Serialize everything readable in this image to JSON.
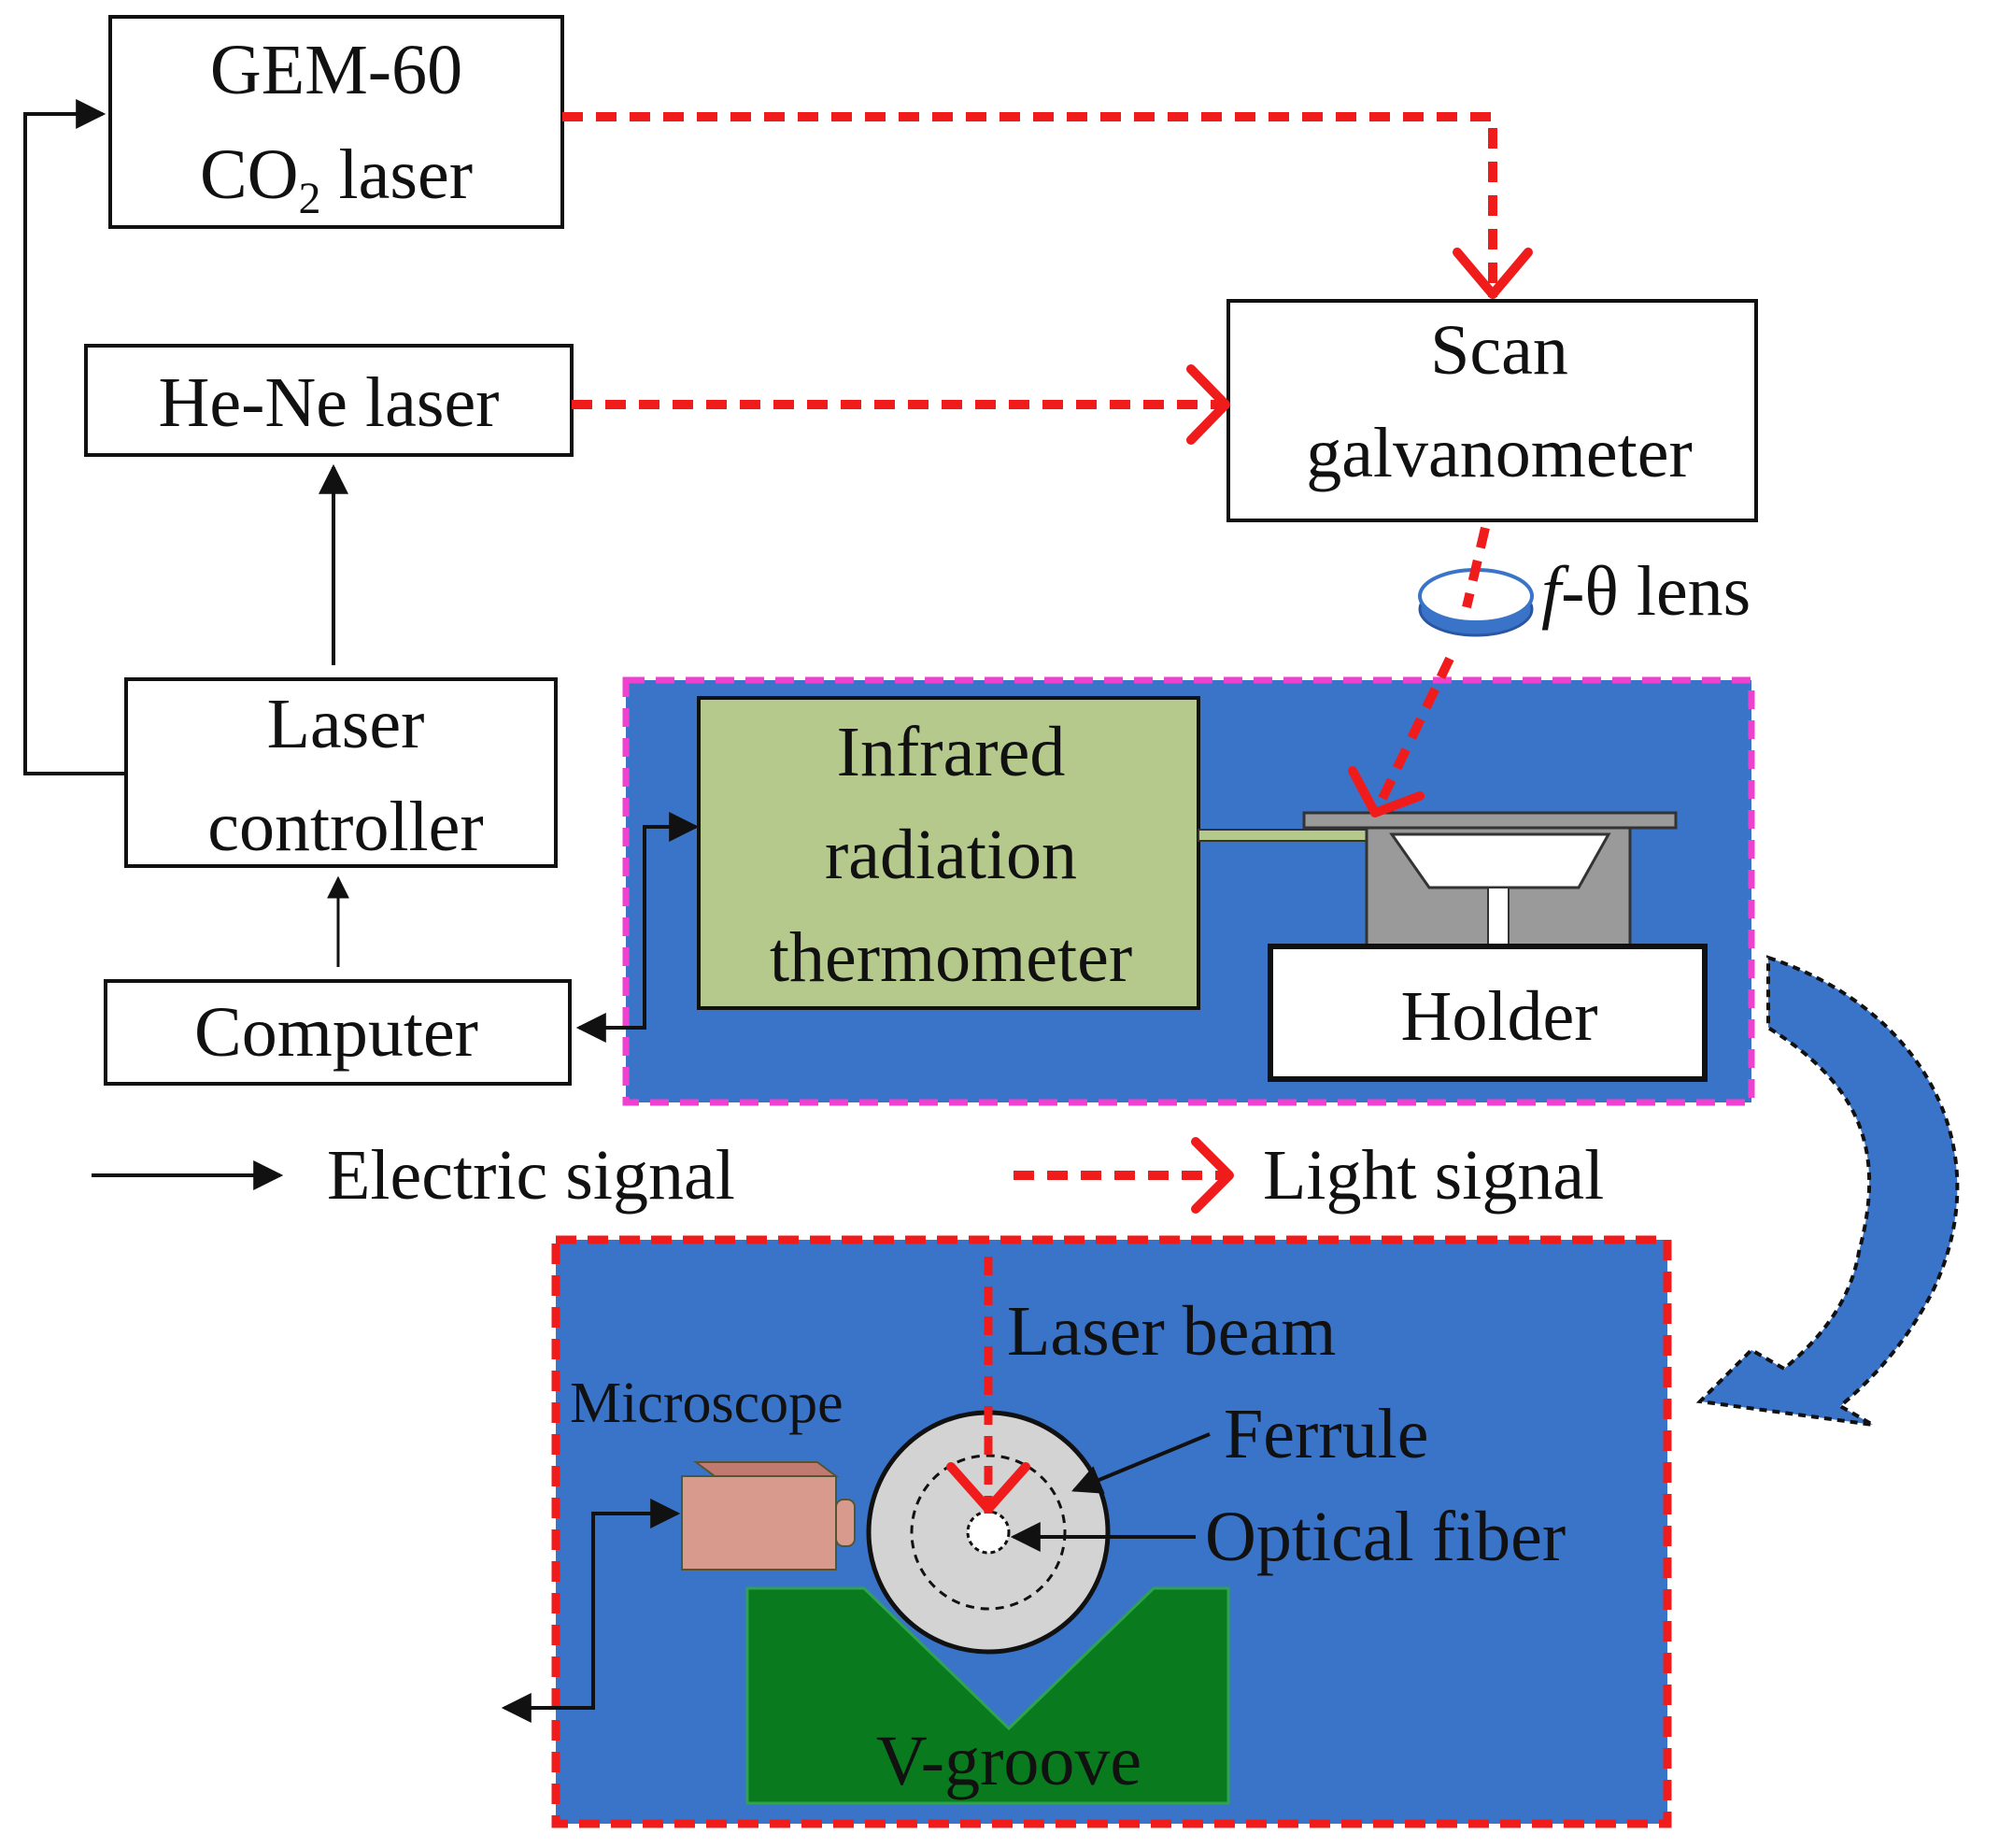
{
  "boxes": {
    "co2_laser": {
      "line1": "GEM-60",
      "line2_prefix": "CO",
      "line2_sub": "2",
      "line2_suffix": " laser"
    },
    "hene_laser": {
      "label": "He-Ne laser"
    },
    "scan_galvanometer": {
      "line1": "Scan",
      "line2": "galvanometer"
    },
    "laser_controller": {
      "line1": "Laser",
      "line2": "controller"
    },
    "computer": {
      "label": "Computer"
    },
    "infrared_thermometer": {
      "line1": "Infrared",
      "line2": "radiation",
      "line3": "thermometer"
    },
    "holder": {
      "label": "Holder"
    }
  },
  "lens": {
    "prefix": "f",
    "suffix": "-θ lens"
  },
  "legend": {
    "electric": "Electric signal",
    "light": "Light signal"
  },
  "detail": {
    "laser_beam": "Laser beam",
    "microscope": "Microscope",
    "ferrule": "Ferrule",
    "optical_fiber": "Optical fiber",
    "v_groove": "V-groove"
  },
  "colors": {
    "panel_blue": "#3a74c9",
    "light_signal_red": "#f01c1c",
    "thermometer_green": "#b5c98c",
    "v_groove_green": "#0a7a1e",
    "microscope_pink": "#d99a8e",
    "magenta_border": "#f040d0"
  }
}
